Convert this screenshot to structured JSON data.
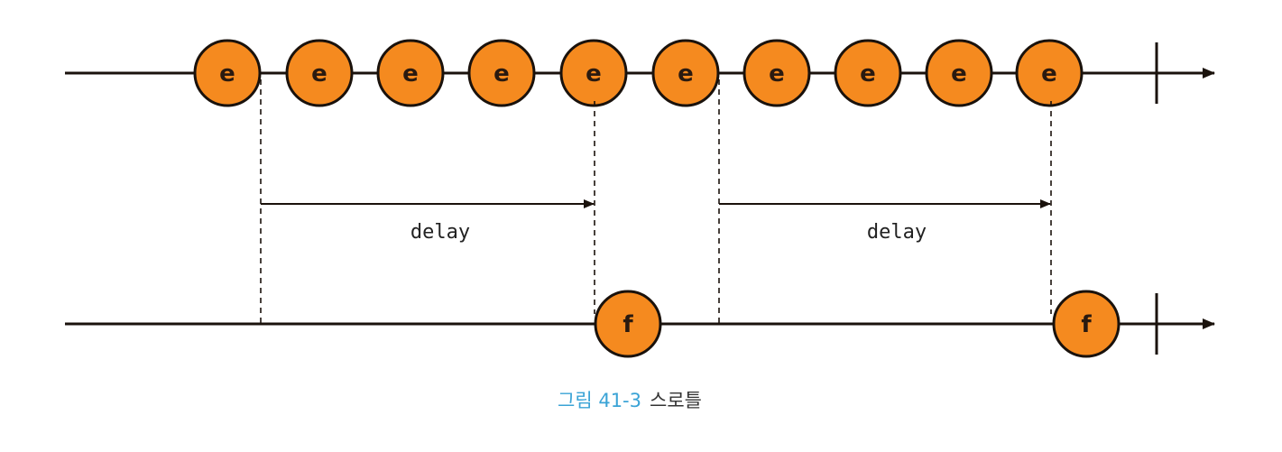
{
  "colors": {
    "line": "#1a120c",
    "node_fill": "#f58a1f",
    "node_stroke": "#1a120c",
    "dash": "#1a120c",
    "caption_number": "#3aa3d6",
    "caption_text": "#333333"
  },
  "timelines": {
    "events": {
      "node_label": "e",
      "node_count": 10
    },
    "throttled": {
      "node_label": "f",
      "node_count": 2
    }
  },
  "intervals": [
    {
      "label": "delay"
    },
    {
      "label": "delay"
    }
  ],
  "caption": {
    "number": "그림 41-3",
    "title": "스로틀"
  }
}
